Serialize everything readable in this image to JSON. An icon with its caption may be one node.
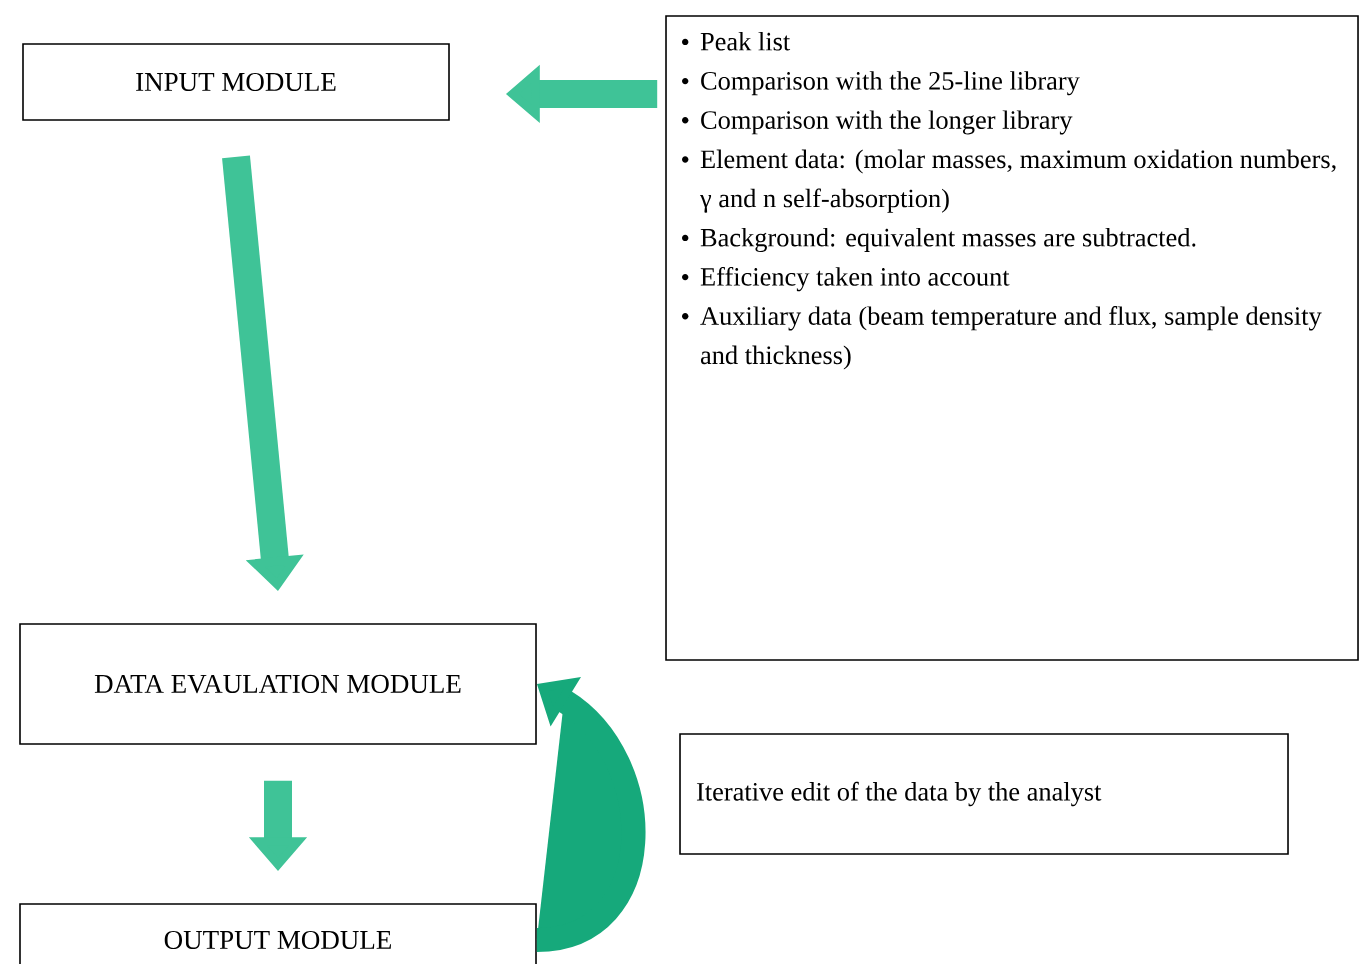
{
  "diagram": {
    "nodes": [
      {
        "text": [
          "INPUT MODULE"
        ]
      },
      {
        "text": [
          "Peak list",
          "Comparison with the 25-line library",
          "Comparison with the longer library",
          "Element data: (molar masses, maximum oxidation numbers, γ and n self-absorption)",
          "Background: equivalent masses are subtracted.",
          "Efficiency taken into account",
          "Auxiliary data (beam temperature and flux, sample density and thickness)"
        ]
      },
      {
        "text": [
          "DATA EVAULATION MODULE"
        ]
      },
      {
        "text": [
          "Iterative edit of the data by the analyst"
        ]
      },
      {
        "text": [
          "OUTPUT MODULE"
        ]
      }
    ],
    "edges": [
      {
        "from": 1,
        "to": 0,
        "arrow": "to"
      },
      {
        "from": 0,
        "to": 2,
        "arrow": "to"
      },
      {
        "from": 2,
        "to": 4,
        "arrow": "to"
      },
      {
        "from": 4,
        "to": 2,
        "arrow": "to",
        "color": "#16a97b"
      }
    ]
  }
}
